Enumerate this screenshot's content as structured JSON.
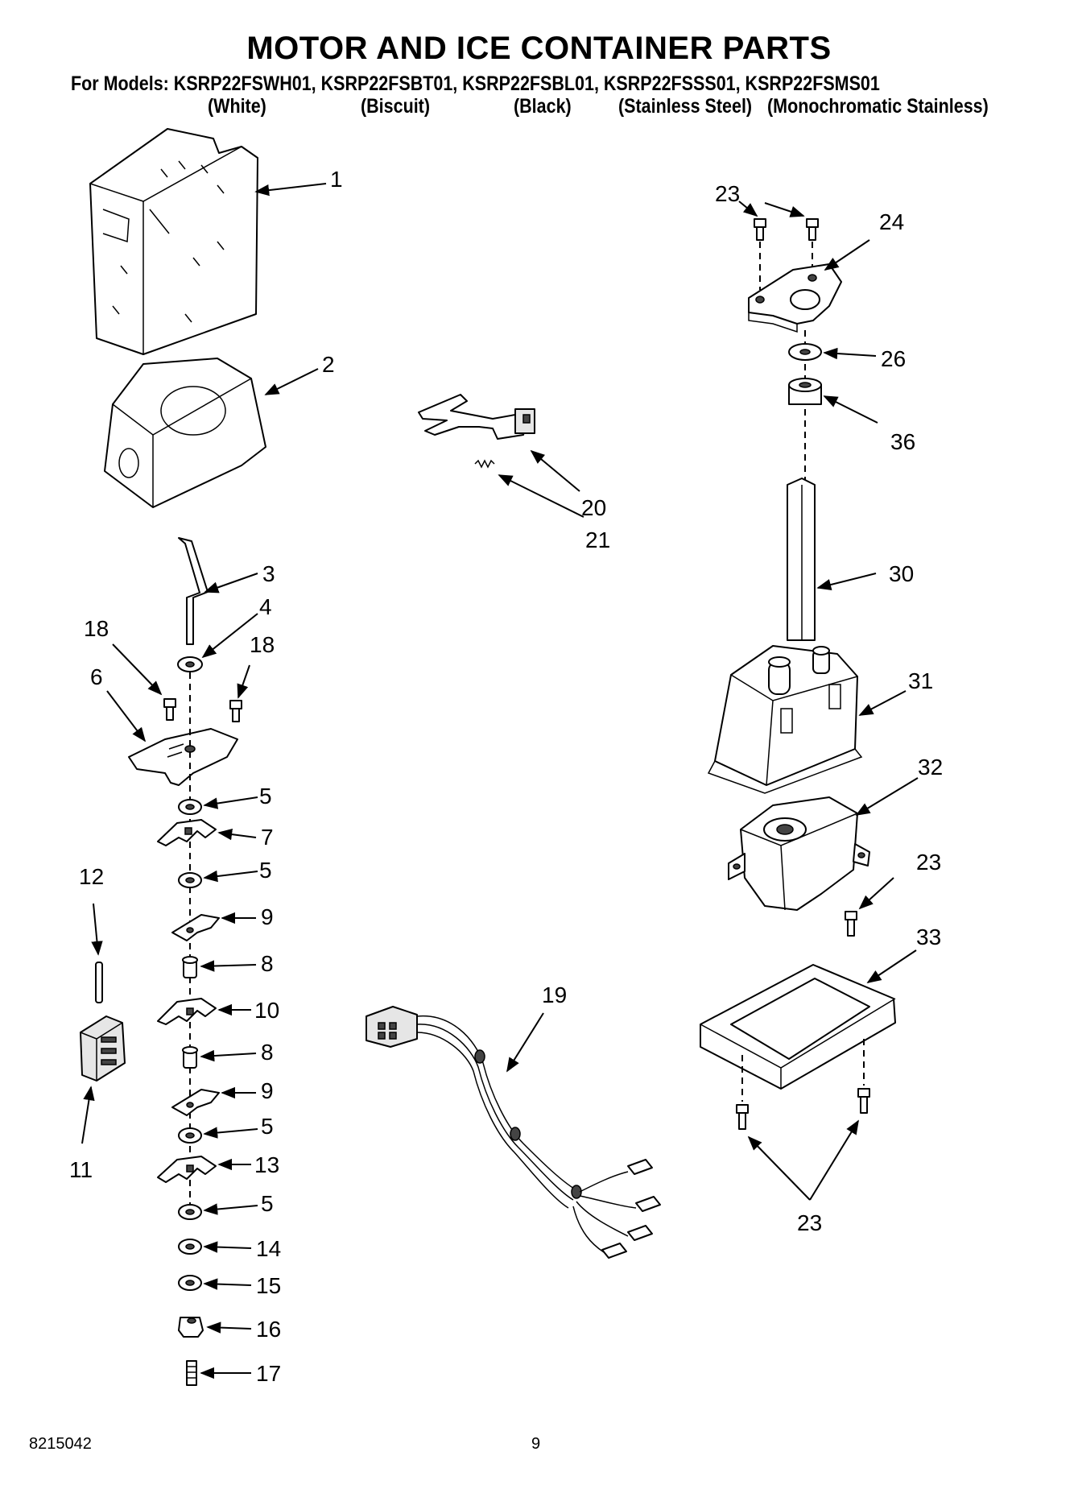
{
  "header": {
    "title": "MOTOR AND ICE CONTAINER PARTS",
    "models_line": "For Models: KSRP22FSWH01, KSRP22FSBT01, KSRP22FSBL01, KSRP22FSSS01, KSRP22FSMS01",
    "variants": [
      "(White)",
      "(Biscuit)",
      "(Black)",
      "(Stainless Steel)",
      "(Monochromatic Stainless)"
    ]
  },
  "callouts": {
    "c1": "1",
    "c2": "2",
    "c3": "3",
    "c4": "4",
    "c5a": "5",
    "c5b": "5",
    "c5c": "5",
    "c5d": "5",
    "c6": "6",
    "c7": "7",
    "c8a": "8",
    "c8b": "8",
    "c9a": "9",
    "c9b": "9",
    "c10": "10",
    "c11": "11",
    "c12": "12",
    "c13": "13",
    "c14": "14",
    "c15": "15",
    "c16": "16",
    "c17": "17",
    "c18a": "18",
    "c18b": "18",
    "c19": "19",
    "c20": "20",
    "c21": "21",
    "c23a": "23",
    "c23b": "23",
    "c23c": "23",
    "c24": "24",
    "c26": "26",
    "c30": "30",
    "c31": "31",
    "c32": "32",
    "c33": "33",
    "c36": "36"
  },
  "footer": {
    "doc_number": "8215042",
    "page_number": "9"
  }
}
